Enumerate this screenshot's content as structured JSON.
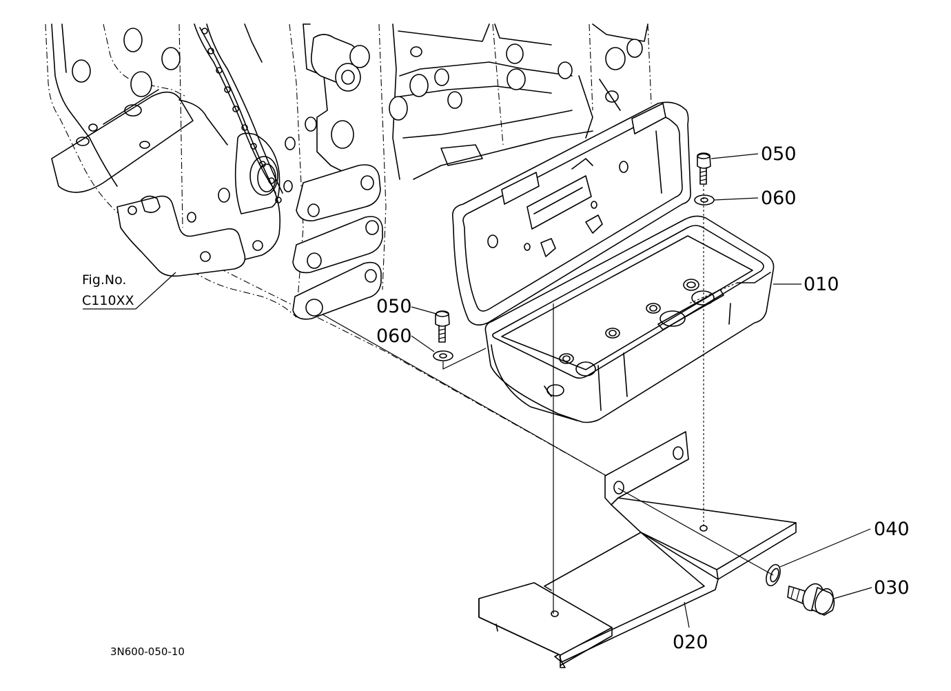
{
  "figure_ref": {
    "line1": "Fig.No.",
    "line2": "C110XX"
  },
  "drawing_code": "3N600-050-10",
  "callouts": [
    {
      "id": "050",
      "label": "050"
    },
    {
      "id": "060",
      "label": "060"
    },
    {
      "id": "010",
      "label": "010"
    },
    {
      "id": "050b",
      "label": "050"
    },
    {
      "id": "060b",
      "label": "060"
    },
    {
      "id": "040",
      "label": "040"
    },
    {
      "id": "030",
      "label": "030"
    },
    {
      "id": "020",
      "label": "020"
    }
  ]
}
